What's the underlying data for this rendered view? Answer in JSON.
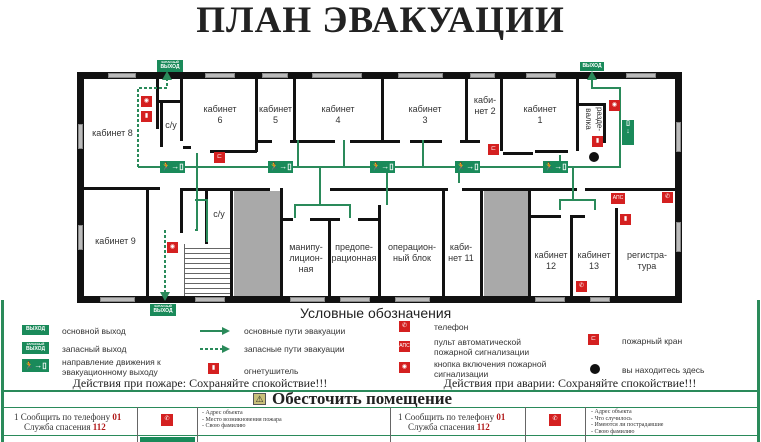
{
  "title": "ПЛАН ЭВАКУАЦИИ",
  "rooms": {
    "cab8": "кабинет 8",
    "wc1": "с/у",
    "cab6": "кабинет 6",
    "cab5": "кабинет 5",
    "cab4": "кабинет 4",
    "cab3": "кабинет 3",
    "cab2": "каби-нет 2",
    "cab1": "кабинет 1",
    "cloak": "разде-валка",
    "cab9": "кабинет 9",
    "wc2": "с/у",
    "manip": "манипу-лицион-ная",
    "preop": "предопе-рационная",
    "opblock": "операцион-ный блок",
    "cab11": "каби-нет 11",
    "cab12": "кабинет 12",
    "cab13": "кабинет 13",
    "reg": "регистра-тура"
  },
  "signs": {
    "main_exit": "ВЫХОД",
    "spare_exit_small": "ЗАПАСНЫЙ",
    "spare_exit": "ВЫХОД",
    "aps": "АПС"
  },
  "legend": {
    "title": "Условные обозначения",
    "main_exit": "основной выход",
    "spare_exit": "запасный выход",
    "direction": "направление движения к эвакуационному выходу",
    "main_routes": "основные пути эвакуации",
    "spare_routes": "запасные пути эвакуации",
    "extinguisher": "огнетушитель",
    "phone": "телефон",
    "aps_panel": "пульт автоматической пожарной сигнализации",
    "alarm_button": "кнопка включения пожарной сигнализации",
    "hydrant": "пожарный кран",
    "you_are_here": "вы находитесь здесь"
  },
  "actions": {
    "fire": "Действия при пожаре: Сохраняйте спокойствие!!!",
    "accident": "Действия при аварии: Сохраняйте спокойствие!!!"
  },
  "power_off": "Обесточить помещение",
  "table": {
    "left": {
      "call": "1 Сообщить по телефону ",
      "num1": "01",
      "service": "Служба спасения ",
      "num2": "112",
      "notes": [
        "- Адрес объекта",
        "- Место возникновения пожара",
        "- Свою фамилию"
      ]
    },
    "right": {
      "call": "1 Сообщить по телефону ",
      "num1": "01",
      "service": "Служба спасения ",
      "num2": "112",
      "notes": [
        "- Адрес объекта",
        "- Что случилось",
        "- Имеются ли пострадавшие",
        "- Свою фамилию"
      ]
    }
  }
}
